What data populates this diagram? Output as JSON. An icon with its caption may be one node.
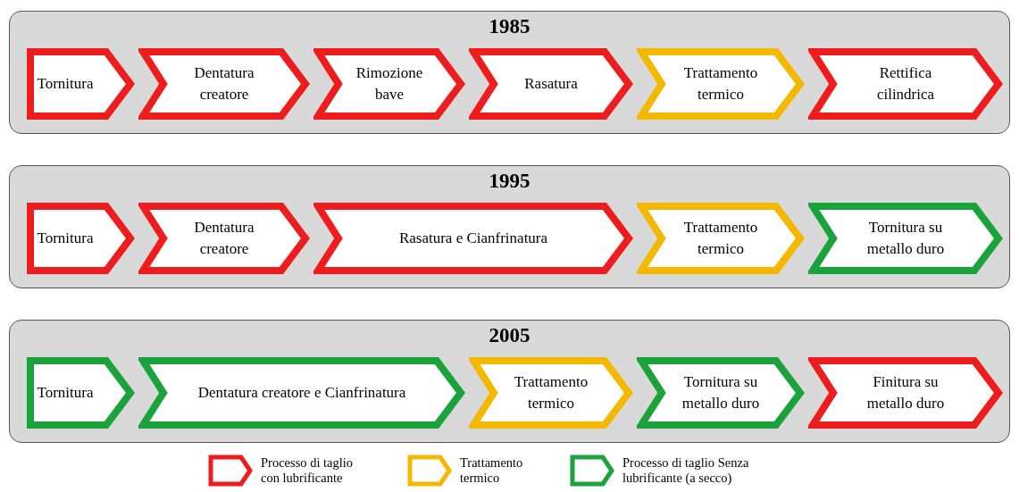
{
  "diagram": {
    "nodes": [
      {
        "text": [
          "1985"
        ]
      },
      {
        "text": [
          "Tornitura"
        ],
        "in": 0
      },
      {
        "text": [
          "Dentatura creatore"
        ],
        "in": 0
      },
      {
        "text": [
          "Rimozione bave"
        ],
        "in": 0
      },
      {
        "text": [
          "Rasatura"
        ],
        "in": 0
      },
      {
        "text": [
          "Trattamento termico"
        ],
        "in": 0
      },
      {
        "text": [
          "Rettifica cilindrica"
        ],
        "in": 0
      },
      {
        "text": [
          "1995"
        ]
      },
      {
        "text": [
          "Tornitura"
        ],
        "in": 7
      },
      {
        "text": [
          "Dentatura creatore"
        ],
        "in": 7
      },
      {
        "text": [
          "Rasatura e Cianfrinatura"
        ],
        "in": 7
      },
      {
        "text": [
          "Trattamento termico"
        ],
        "in": 7
      },
      {
        "text": [
          "Tornitura su metallo duro"
        ],
        "in": 7
      },
      {
        "text": [
          "2005"
        ]
      },
      {
        "text": [
          "Tornitura"
        ],
        "in": 13
      },
      {
        "text": [
          "Dentatura creatore e Cianfrinatura"
        ],
        "in": 13
      },
      {
        "text": [
          "Trattamento termico"
        ],
        "in": 13
      },
      {
        "text": [
          "Tornitura su metallo duro"
        ],
        "in": 13
      },
      {
        "text": [
          "Finitura su metallo duro"
        ],
        "in": 13
      }
    ],
    "legend": [
      {
        "text": "Processo di taglio con lubrificante",
        "color": "#ee1c1c"
      },
      {
        "text": "Trattamento termico",
        "color": "#f5b800"
      },
      {
        "text": "Processo di taglio Senza lubrificante (a secco)",
        "color": "#1aa33a"
      }
    ]
  }
}
